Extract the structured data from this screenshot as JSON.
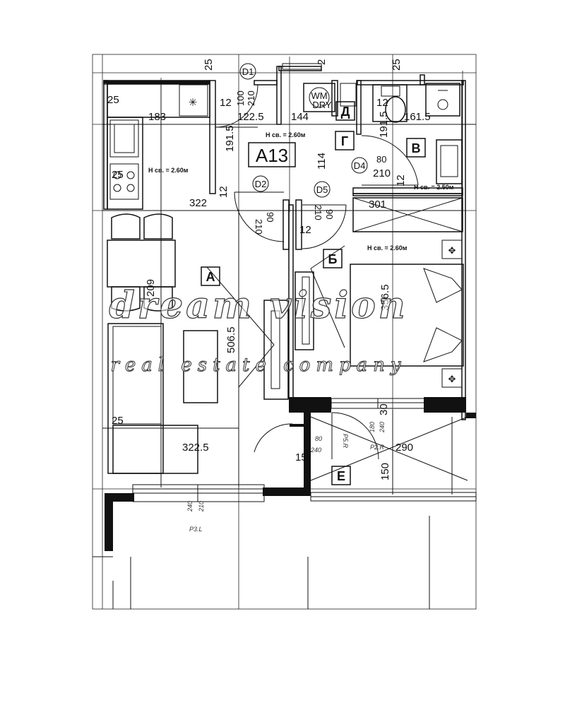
{
  "unit": "A13",
  "rooms": {
    "a": "А",
    "b": "Б",
    "v": "В",
    "g": "Г",
    "d": "Д",
    "e": "Е"
  },
  "heights": {
    "main": "H св. = 2.60м",
    "hall": "H св. = 2.60м",
    "bedroom": "H св. = 2.60м",
    "bath": "H св. = 2.50м"
  },
  "doors": {
    "d1": "D1",
    "d2": "D2",
    "d4": "D4",
    "d5": "D5"
  },
  "appliances": {
    "wm": "WM",
    "dry": "DRY"
  },
  "dimensions": {
    "top_25_a": "25",
    "top_2": "2",
    "top_25_b": "25",
    "d1_100": "100",
    "d1_210": "210",
    "dim_12_a": "12",
    "k_25_a": "25",
    "k_183": "183",
    "k_1225": "122.5",
    "k_144": "144",
    "b_12": "12",
    "b_1615": "161.5",
    "v_1915_a": "191.5",
    "v_1915_b": "191.5",
    "h_114": "114",
    "d4_80": "80",
    "d4_210": "210",
    "k_25_b": "25",
    "k_322": "322",
    "dim_12_b": "12",
    "dim_12_c": "12",
    "d2_210": "210",
    "d2_90": "90",
    "d5_210": "210",
    "d5_90": "90",
    "bath_12": "12",
    "r_301": "301",
    "a_209": "209",
    "a_5065": "506.5",
    "b_3565": "356.5",
    "a_25_c": "25",
    "a_3225": "322.5",
    "e_30": "30",
    "e_180": "180",
    "e_240": "240",
    "e_290": "290",
    "e_150": "150",
    "e_80": "80",
    "e_240b": "240",
    "dim_15": "15",
    "l_240": "240",
    "l_210": "210"
  },
  "window_tags": {
    "p5r": "P5.R",
    "p2r": "P2.R",
    "p3l": "P3.L"
  },
  "watermark": {
    "line1": "dream vision",
    "line2": "real estate company"
  }
}
